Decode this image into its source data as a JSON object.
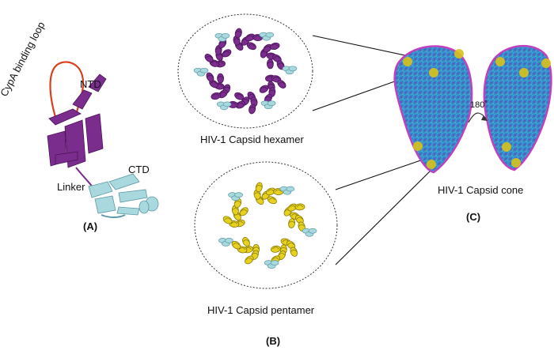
{
  "panel_a": {
    "label": "(A)",
    "loop_label": "CypA binding loop",
    "ntd_label": "NTD",
    "ctd_label": "CTD",
    "linker_label": "Linker",
    "colors": {
      "ntd": "#7b2d8e",
      "ctd": "#a9d8de",
      "loop": "#d9401e"
    }
  },
  "panel_b": {
    "label": "(B)",
    "hexamer_caption": "HIV-1 Capsid hexamer",
    "pentamer_caption": "HIV-1 Capsid pentamer",
    "colors": {
      "hexamer": "#7b2d8e",
      "pentamer": "#e6d21c",
      "ctd": "#a9d8de"
    }
  },
  "panel_c": {
    "label": "(C)",
    "cone_caption": "HIV-1 Capsid cone",
    "rotation_label": "180˚",
    "colors": {
      "lattice": "#2e8fd0",
      "edge": "#c040c0",
      "pentamer": "#d8c21a"
    }
  }
}
